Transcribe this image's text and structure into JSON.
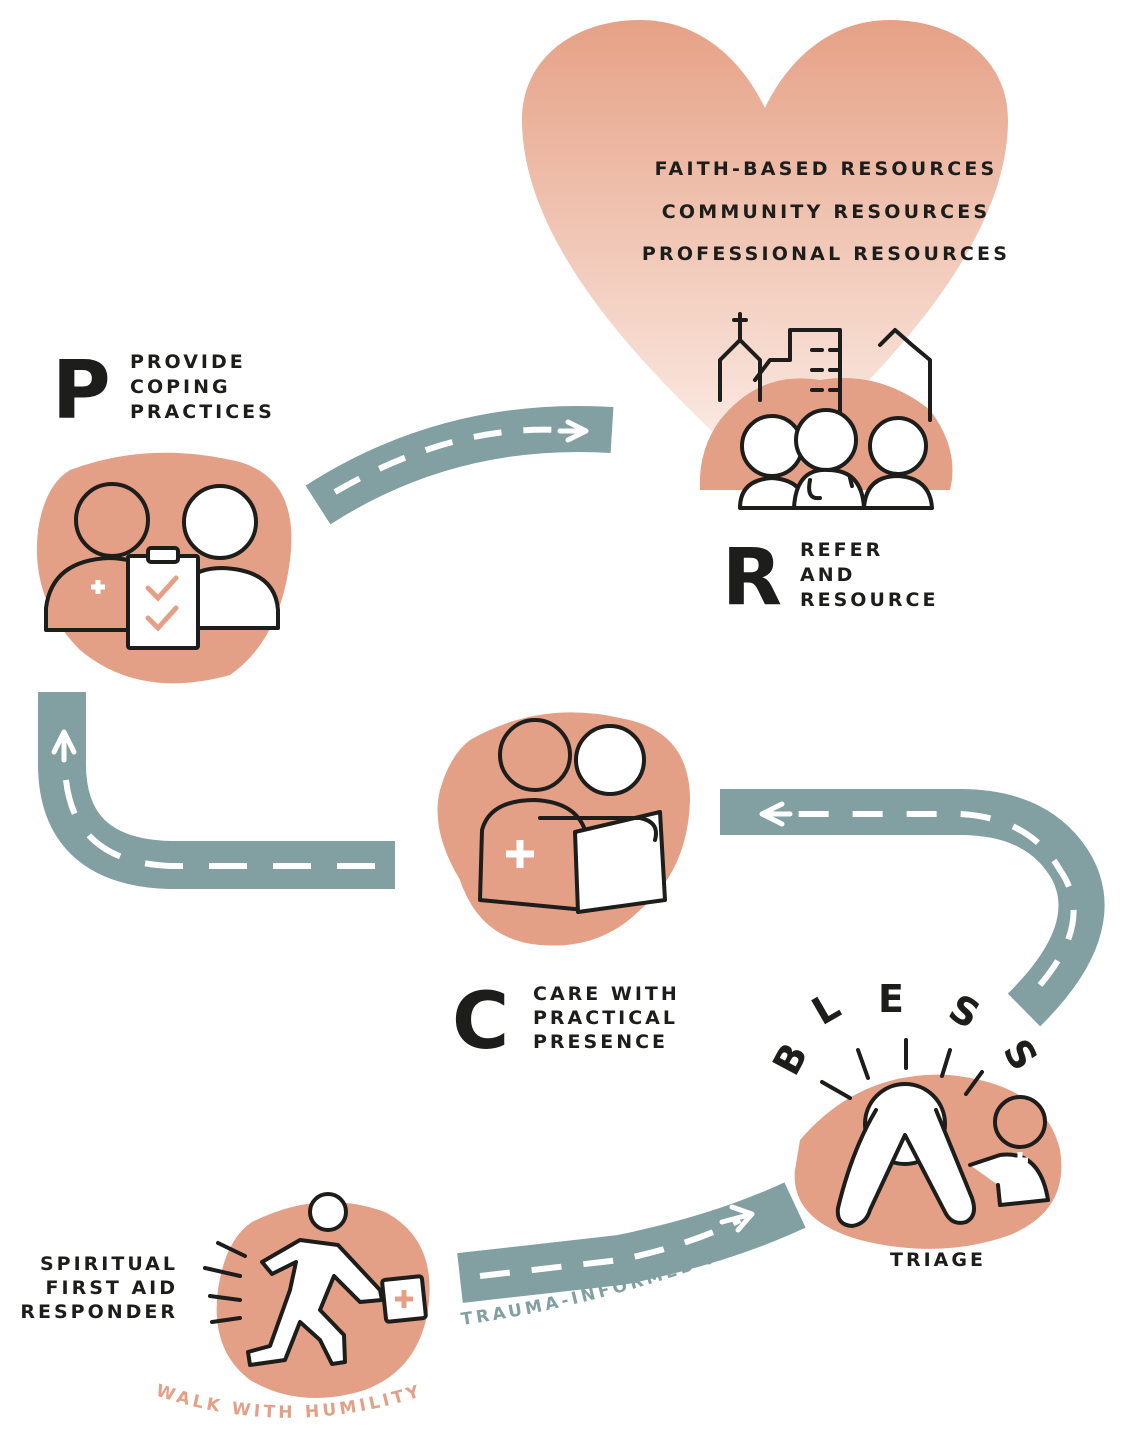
{
  "colors": {
    "accent": "#e4a086",
    "road": "#82a0a1",
    "ink": "#1d1d1b",
    "heart_top": "#e6a186",
    "heart_bottom": "#fcefe9"
  },
  "heart": {
    "resources": [
      "FAITH-BASED RESOURCES",
      "COMMUNITY RESOURCES",
      "PROFESSIONAL RESOURCES"
    ]
  },
  "steps": {
    "provide": {
      "letter": "P",
      "lines": [
        "PROVIDE",
        "COPING",
        "PRACTICES"
      ]
    },
    "refer": {
      "letter": "R",
      "lines": [
        "REFER",
        "AND",
        "RESOURCE"
      ]
    },
    "care": {
      "letter": "C",
      "lines": [
        "CARE WITH",
        "PRACTICAL",
        "PRESENCE"
      ]
    },
    "bless": {
      "letters": [
        "B",
        "L",
        "E",
        "S",
        "S"
      ]
    },
    "triage": {
      "label": "TRIAGE"
    },
    "responder": {
      "lines": [
        "SPIRITUAL",
        "FIRST AID",
        "RESPONDER"
      ]
    }
  },
  "paths": {
    "humility": "WALK WITH HUMILITY",
    "trauma": "TRAUMA-INFORMED PATH"
  }
}
